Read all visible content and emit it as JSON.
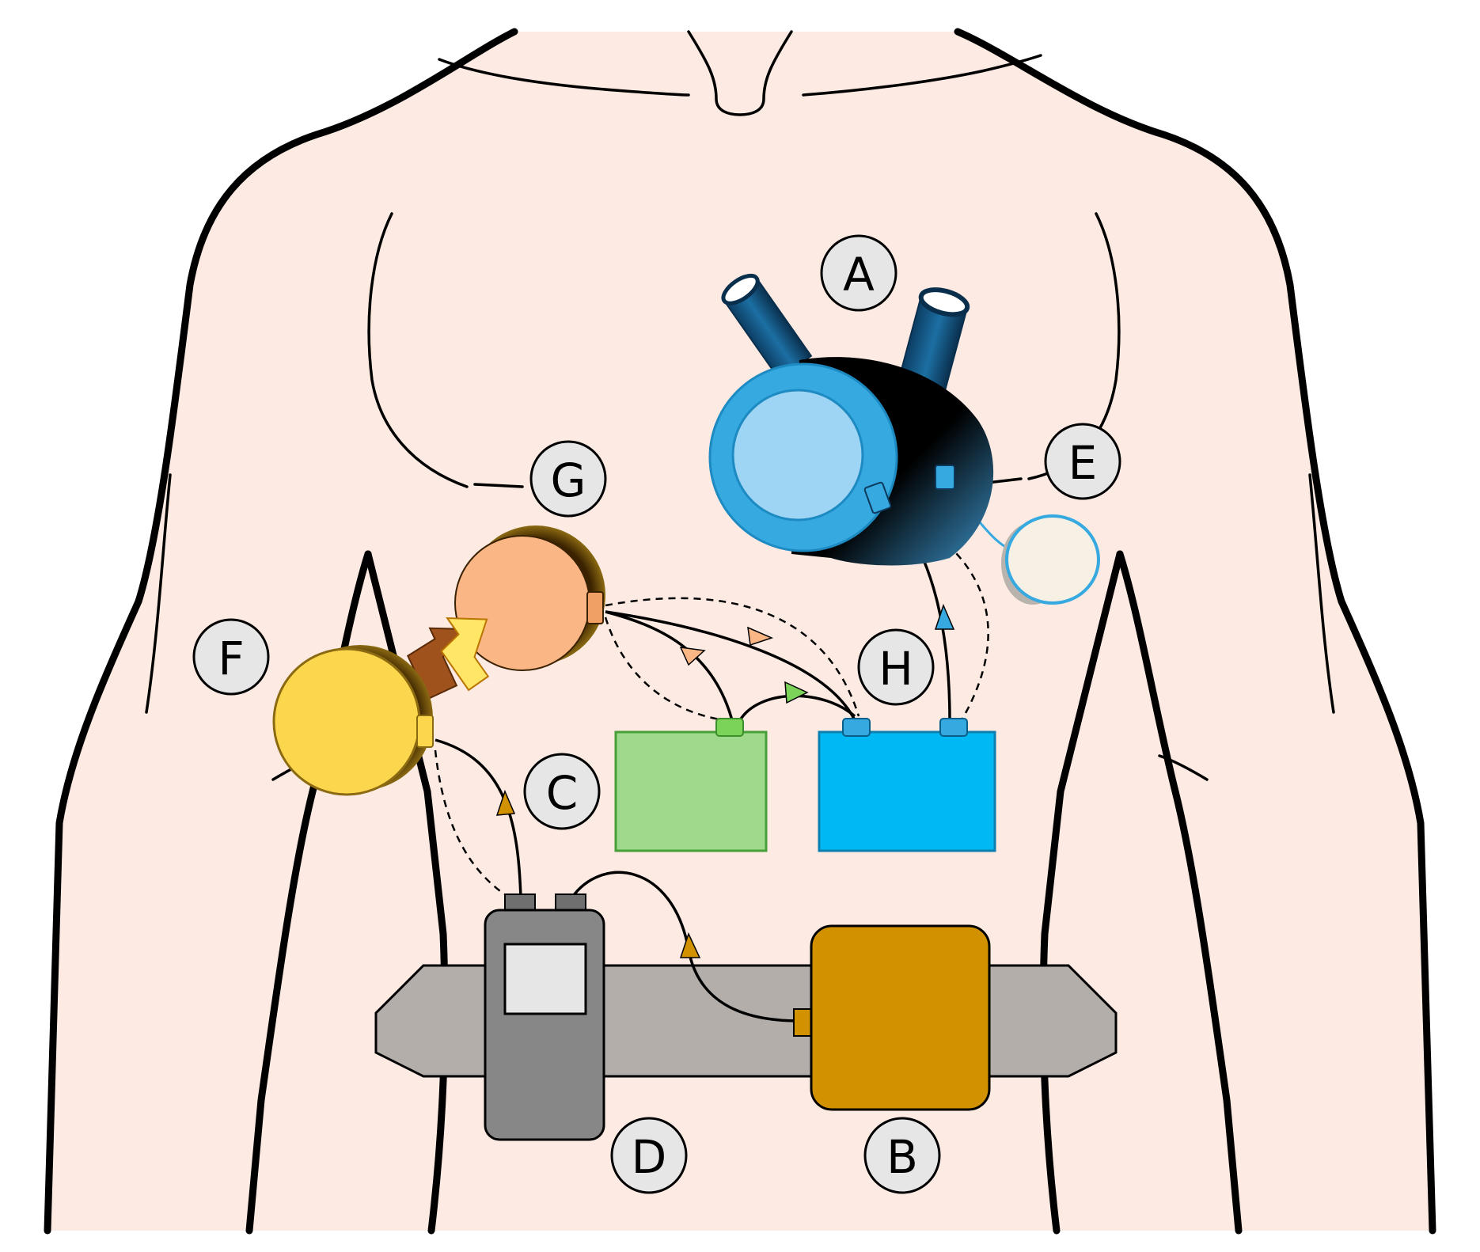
{
  "labels": {
    "a": "A",
    "b": "B",
    "c": "C",
    "d": "D",
    "e": "E",
    "f": "F",
    "g": "G",
    "h": "H"
  },
  "colors": {
    "skin": "#fdeae2",
    "pump_blue": "#35a9e0",
    "pump_light": "#9ed4f4",
    "pump_dark": "#0d3a5c",
    "sensor_ring": "#f7f0e4",
    "battery_green": "#9fd98c",
    "battery_blue": "#00b9f4",
    "coil_orange": "#fbb686",
    "coil_yellow": "#fcd64c",
    "controller_grey": "#878787",
    "pack_gold": "#d29200",
    "belt_grey": "#b4aeab"
  }
}
